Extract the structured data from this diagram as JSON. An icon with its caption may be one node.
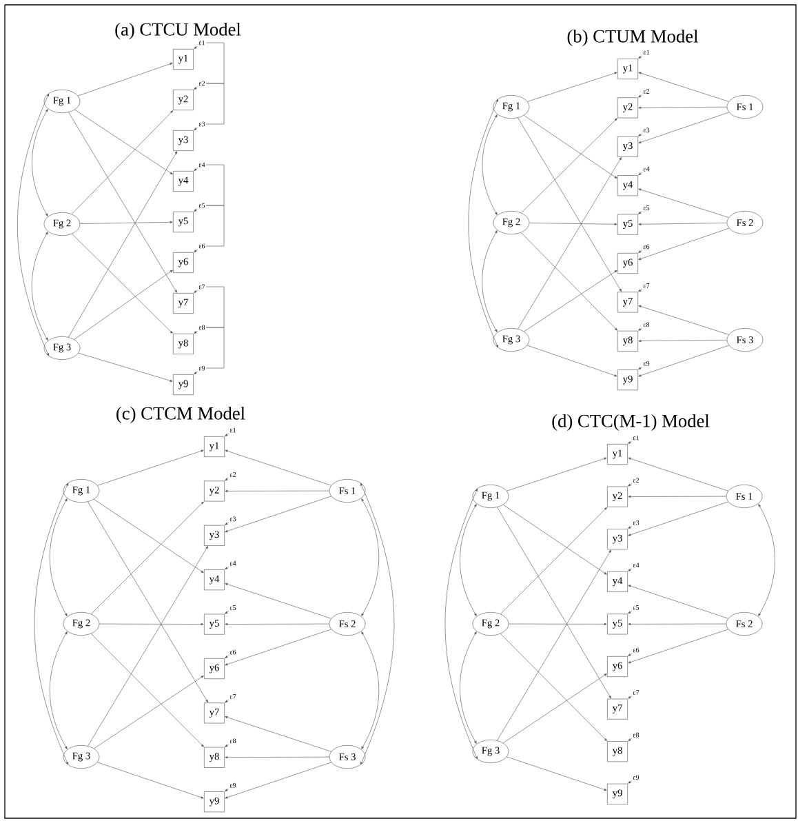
{
  "diagram": {
    "nodes": [
      {
        "text": [
          "Fg 1"
        ]
      },
      {
        "text": [
          "Fg 2"
        ]
      },
      {
        "text": [
          "Fg 3"
        ]
      },
      {
        "text": [
          "y1"
        ]
      },
      {
        "text": [
          "y2"
        ]
      },
      {
        "text": [
          "y3"
        ]
      },
      {
        "text": [
          "y4"
        ]
      },
      {
        "text": [
          "y5"
        ]
      },
      {
        "text": [
          "y6"
        ]
      },
      {
        "text": [
          "y7"
        ]
      },
      {
        "text": [
          "y8"
        ]
      },
      {
        "text": [
          "y9"
        ]
      },
      {
        "text": [
          "ε1"
        ]
      },
      {
        "text": [
          "ε2"
        ]
      },
      {
        "text": [
          "ε3"
        ]
      },
      {
        "text": [
          "ε4"
        ]
      },
      {
        "text": [
          "ε5"
        ]
      },
      {
        "text": [
          "ε6"
        ]
      },
      {
        "text": [
          "ε7"
        ]
      },
      {
        "text": [
          "ε8"
        ]
      },
      {
        "text": [
          "ε9"
        ]
      },
      {
        "text": [
          "Fg 1"
        ]
      },
      {
        "text": [
          "Fg 2"
        ]
      },
      {
        "text": [
          "Fg 3"
        ]
      },
      {
        "text": [
          "y1"
        ]
      },
      {
        "text": [
          "y2"
        ]
      },
      {
        "text": [
          "y3"
        ]
      },
      {
        "text": [
          "y4"
        ]
      },
      {
        "text": [
          "y5"
        ]
      },
      {
        "text": [
          "y6"
        ]
      },
      {
        "text": [
          "y7"
        ]
      },
      {
        "text": [
          "y8"
        ]
      },
      {
        "text": [
          "y9"
        ]
      },
      {
        "text": [
          "ε1"
        ]
      },
      {
        "text": [
          "ε2"
        ]
      },
      {
        "text": [
          "ε3"
        ]
      },
      {
        "text": [
          "ε4"
        ]
      },
      {
        "text": [
          "ε5"
        ]
      },
      {
        "text": [
          "ε6"
        ]
      },
      {
        "text": [
          "ε7"
        ]
      },
      {
        "text": [
          "ε8"
        ]
      },
      {
        "text": [
          "ε9"
        ]
      },
      {
        "text": [
          "Fs 1"
        ]
      },
      {
        "text": [
          "Fs 2"
        ]
      },
      {
        "text": [
          "Fs 3"
        ]
      },
      {
        "text": [
          "Fg 1"
        ]
      },
      {
        "text": [
          "Fg 2"
        ]
      },
      {
        "text": [
          "Fg 3"
        ]
      },
      {
        "text": [
          "y1"
        ]
      },
      {
        "text": [
          "y2"
        ]
      },
      {
        "text": [
          "y3"
        ]
      },
      {
        "text": [
          "y4"
        ]
      },
      {
        "text": [
          "y5"
        ]
      },
      {
        "text": [
          "y6"
        ]
      },
      {
        "text": [
          "y7"
        ]
      },
      {
        "text": [
          "y8"
        ]
      },
      {
        "text": [
          "y9"
        ]
      },
      {
        "text": [
          "ε1"
        ]
      },
      {
        "text": [
          "ε2"
        ]
      },
      {
        "text": [
          "ε3"
        ]
      },
      {
        "text": [
          "ε4"
        ]
      },
      {
        "text": [
          "ε5"
        ]
      },
      {
        "text": [
          "ε6"
        ]
      },
      {
        "text": [
          "ε7"
        ]
      },
      {
        "text": [
          "ε8"
        ]
      },
      {
        "text": [
          "ε9"
        ]
      },
      {
        "text": [
          "Fs 1"
        ]
      },
      {
        "text": [
          "Fs 2"
        ]
      },
      {
        "text": [
          "Fs 3"
        ]
      },
      {
        "text": [
          "Fg 1"
        ]
      },
      {
        "text": [
          "Fg 2"
        ]
      },
      {
        "text": [
          "Fg 3"
        ]
      },
      {
        "text": [
          "y1"
        ]
      },
      {
        "text": [
          "y2"
        ]
      },
      {
        "text": [
          "y3"
        ]
      },
      {
        "text": [
          "y4"
        ]
      },
      {
        "text": [
          "y5"
        ]
      },
      {
        "text": [
          "y6"
        ]
      },
      {
        "text": [
          "y7"
        ]
      },
      {
        "text": [
          "y8"
        ]
      },
      {
        "text": [
          "y9"
        ]
      },
      {
        "text": [
          "ε1"
        ]
      },
      {
        "text": [
          "ε2"
        ]
      },
      {
        "text": [
          "ε3"
        ]
      },
      {
        "text": [
          "ε4"
        ]
      },
      {
        "text": [
          "ε5"
        ]
      },
      {
        "text": [
          "ε6"
        ]
      },
      {
        "text": [
          "ε7"
        ]
      },
      {
        "text": [
          "ε8"
        ]
      },
      {
        "text": [
          "ε9"
        ]
      },
      {
        "text": [
          "Fs 1"
        ]
      },
      {
        "text": [
          "Fs 2"
        ]
      }
    ],
    "edges": [
      {
        "from": 0,
        "to": 3,
        "arrow": "to"
      },
      {
        "from": 0,
        "to": 6,
        "arrow": "to"
      },
      {
        "from": 0,
        "to": 9,
        "arrow": "to"
      },
      {
        "from": 1,
        "to": 4,
        "arrow": "to"
      },
      {
        "from": 1,
        "to": 7,
        "arrow": "to"
      },
      {
        "from": 1,
        "to": 10,
        "arrow": "to"
      },
      {
        "from": 2,
        "to": 5,
        "arrow": "to"
      },
      {
        "from": 2,
        "to": 8,
        "arrow": "to"
      },
      {
        "from": 2,
        "to": 11,
        "arrow": "to"
      },
      {
        "from": 0,
        "to": 1,
        "arrow": "both"
      },
      {
        "from": 1,
        "to": 2,
        "arrow": "both"
      },
      {
        "from": 0,
        "to": 2,
        "arrow": "both"
      },
      {
        "from": 12,
        "to": 3,
        "arrow": "to"
      },
      {
        "from": 13,
        "to": 4,
        "arrow": "to"
      },
      {
        "from": 14,
        "to": 5,
        "arrow": "to"
      },
      {
        "from": 15,
        "to": 6,
        "arrow": "to"
      },
      {
        "from": 16,
        "to": 7,
        "arrow": "to"
      },
      {
        "from": 17,
        "to": 8,
        "arrow": "to"
      },
      {
        "from": 18,
        "to": 9,
        "arrow": "to"
      },
      {
        "from": 19,
        "to": 10,
        "arrow": "to"
      },
      {
        "from": 20,
        "to": 11,
        "arrow": "to"
      },
      {
        "from": 12,
        "to": 13,
        "arrow": "none"
      },
      {
        "from": 13,
        "to": 14,
        "arrow": "none"
      },
      {
        "from": 15,
        "to": 16,
        "arrow": "none"
      },
      {
        "from": 16,
        "to": 17,
        "arrow": "none"
      },
      {
        "from": 18,
        "to": 19,
        "arrow": "none"
      },
      {
        "from": 19,
        "to": 20,
        "arrow": "none"
      },
      {
        "from": 21,
        "to": 24,
        "arrow": "to"
      },
      {
        "from": 21,
        "to": 27,
        "arrow": "to"
      },
      {
        "from": 21,
        "to": 30,
        "arrow": "to"
      },
      {
        "from": 22,
        "to": 25,
        "arrow": "to"
      },
      {
        "from": 22,
        "to": 28,
        "arrow": "to"
      },
      {
        "from": 22,
        "to": 31,
        "arrow": "to"
      },
      {
        "from": 23,
        "to": 26,
        "arrow": "to"
      },
      {
        "from": 23,
        "to": 29,
        "arrow": "to"
      },
      {
        "from": 23,
        "to": 32,
        "arrow": "to"
      },
      {
        "from": 21,
        "to": 22,
        "arrow": "both"
      },
      {
        "from": 22,
        "to": 23,
        "arrow": "both"
      },
      {
        "from": 21,
        "to": 23,
        "arrow": "both"
      },
      {
        "from": 33,
        "to": 24,
        "arrow": "to"
      },
      {
        "from": 34,
        "to": 25,
        "arrow": "to"
      },
      {
        "from": 35,
        "to": 26,
        "arrow": "to"
      },
      {
        "from": 36,
        "to": 27,
        "arrow": "to"
      },
      {
        "from": 37,
        "to": 28,
        "arrow": "to"
      },
      {
        "from": 38,
        "to": 29,
        "arrow": "to"
      },
      {
        "from": 39,
        "to": 30,
        "arrow": "to"
      },
      {
        "from": 40,
        "to": 31,
        "arrow": "to"
      },
      {
        "from": 41,
        "to": 32,
        "arrow": "to"
      },
      {
        "from": 42,
        "to": 24,
        "arrow": "to"
      },
      {
        "from": 42,
        "to": 25,
        "arrow": "to"
      },
      {
        "from": 42,
        "to": 26,
        "arrow": "to"
      },
      {
        "from": 43,
        "to": 27,
        "arrow": "to"
      },
      {
        "from": 43,
        "to": 28,
        "arrow": "to"
      },
      {
        "from": 43,
        "to": 29,
        "arrow": "to"
      },
      {
        "from": 44,
        "to": 30,
        "arrow": "to"
      },
      {
        "from": 44,
        "to": 31,
        "arrow": "to"
      },
      {
        "from": 44,
        "to": 32,
        "arrow": "to"
      },
      {
        "from": 45,
        "to": 48,
        "arrow": "to"
      },
      {
        "from": 45,
        "to": 51,
        "arrow": "to"
      },
      {
        "from": 45,
        "to": 54,
        "arrow": "to"
      },
      {
        "from": 46,
        "to": 49,
        "arrow": "to"
      },
      {
        "from": 46,
        "to": 52,
        "arrow": "to"
      },
      {
        "from": 46,
        "to": 55,
        "arrow": "to"
      },
      {
        "from": 47,
        "to": 50,
        "arrow": "to"
      },
      {
        "from": 47,
        "to": 53,
        "arrow": "to"
      },
      {
        "from": 47,
        "to": 56,
        "arrow": "to"
      },
      {
        "from": 45,
        "to": 46,
        "arrow": "both"
      },
      {
        "from": 46,
        "to": 47,
        "arrow": "both"
      },
      {
        "from": 45,
        "to": 47,
        "arrow": "both"
      },
      {
        "from": 57,
        "to": 48,
        "arrow": "to"
      },
      {
        "from": 58,
        "to": 49,
        "arrow": "to"
      },
      {
        "from": 59,
        "to": 50,
        "arrow": "to"
      },
      {
        "from": 60,
        "to": 51,
        "arrow": "to"
      },
      {
        "from": 61,
        "to": 52,
        "arrow": "to"
      },
      {
        "from": 62,
        "to": 53,
        "arrow": "to"
      },
      {
        "from": 63,
        "to": 54,
        "arrow": "to"
      },
      {
        "from": 64,
        "to": 55,
        "arrow": "to"
      },
      {
        "from": 65,
        "to": 56,
        "arrow": "to"
      },
      {
        "from": 66,
        "to": 48,
        "arrow": "to"
      },
      {
        "from": 66,
        "to": 49,
        "arrow": "to"
      },
      {
        "from": 66,
        "to": 50,
        "arrow": "to"
      },
      {
        "from": 67,
        "to": 51,
        "arrow": "to"
      },
      {
        "from": 67,
        "to": 52,
        "arrow": "to"
      },
      {
        "from": 67,
        "to": 53,
        "arrow": "to"
      },
      {
        "from": 68,
        "to": 54,
        "arrow": "to"
      },
      {
        "from": 68,
        "to": 55,
        "arrow": "to"
      },
      {
        "from": 68,
        "to": 56,
        "arrow": "to"
      },
      {
        "from": 66,
        "to": 67,
        "arrow": "both"
      },
      {
        "from": 67,
        "to": 68,
        "arrow": "both"
      },
      {
        "from": 66,
        "to": 68,
        "arrow": "both"
      },
      {
        "from": 69,
        "to": 72,
        "arrow": "to"
      },
      {
        "from": 69,
        "to": 75,
        "arrow": "to"
      },
      {
        "from": 69,
        "to": 78,
        "arrow": "to"
      },
      {
        "from": 70,
        "to": 73,
        "arrow": "to"
      },
      {
        "from": 70,
        "to": 76,
        "arrow": "to"
      },
      {
        "from": 70,
        "to": 79,
        "arrow": "to"
      },
      {
        "from": 71,
        "to": 74,
        "arrow": "to"
      },
      {
        "from": 71,
        "to": 77,
        "arrow": "to"
      },
      {
        "from": 71,
        "to": 80,
        "arrow": "to"
      },
      {
        "from": 69,
        "to": 70,
        "arrow": "both"
      },
      {
        "from": 70,
        "to": 71,
        "arrow": "both"
      },
      {
        "from": 69,
        "to": 71,
        "arrow": "both"
      },
      {
        "from": 81,
        "to": 72,
        "arrow": "to"
      },
      {
        "from": 82,
        "to": 73,
        "arrow": "to"
      },
      {
        "from": 83,
        "to": 74,
        "arrow": "to"
      },
      {
        "from": 84,
        "to": 75,
        "arrow": "to"
      },
      {
        "from": 85,
        "to": 76,
        "arrow": "to"
      },
      {
        "from": 86,
        "to": 77,
        "arrow": "to"
      },
      {
        "from": 87,
        "to": 78,
        "arrow": "to"
      },
      {
        "from": 88,
        "to": 79,
        "arrow": "to"
      },
      {
        "from": 89,
        "to": 80,
        "arrow": "to"
      },
      {
        "from": 90,
        "to": 72,
        "arrow": "to"
      },
      {
        "from": 90,
        "to": 73,
        "arrow": "to"
      },
      {
        "from": 90,
        "to": 74,
        "arrow": "to"
      },
      {
        "from": 91,
        "to": 75,
        "arrow": "to"
      },
      {
        "from": 91,
        "to": 76,
        "arrow": "to"
      },
      {
        "from": 91,
        "to": 77,
        "arrow": "to"
      },
      {
        "from": 90,
        "to": 91,
        "arrow": "both"
      }
    ],
    "labels": [
      "(a) CTCU Model",
      "(b) CTUM Model",
      "(c) CTCM Model",
      "(d) CTC(M-1) Model"
    ]
  }
}
